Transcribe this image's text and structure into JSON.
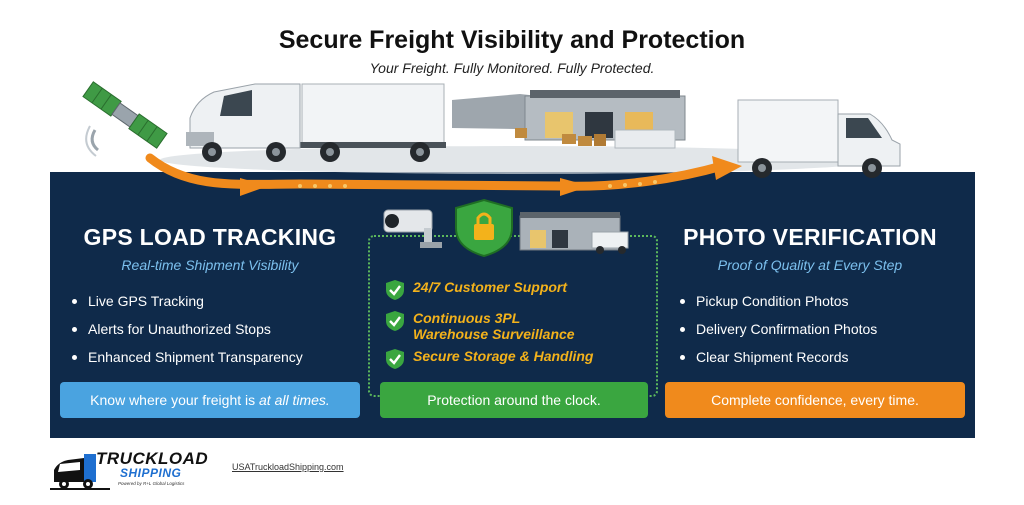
{
  "header": {
    "title": "Secure Freight Visibility and Protection",
    "subtitle": "Your Freight. Fully Monitored. Fully Protected."
  },
  "left": {
    "title": "GPS LOAD TRACKING",
    "subtitle": "Real-time Shipment Visibility",
    "bullets": [
      "Live GPS Tracking",
      "Alerts for Unauthorized Stops",
      "Enhanced Shipment Transparency"
    ],
    "cta_prefix": "Know where your freight is ",
    "cta_emphasis": "at all times."
  },
  "center": {
    "items": [
      "24/7 Customer Support",
      "Continuous 3PL",
      "Warehouse Surveillance",
      "Secure Storage & Handling"
    ],
    "cta": "Protection around the clock."
  },
  "right": {
    "title": "PHOTO VERIFICATION",
    "subtitle": "Proof of Quality at Every Step",
    "bullets": [
      "Pickup Condition Photos",
      "Delivery Confirmation Photos",
      "Clear Shipment Records"
    ],
    "cta": "Complete confidence, every time."
  },
  "footer": {
    "logo_word1": "TRUCKLOAD",
    "logo_word2": "SHIPPING",
    "logo_tagline": "Powered by R+L Global Logistics",
    "site": "USATruckloadShipping.com"
  },
  "colors": {
    "banner": "#0f2a4a",
    "accent_blue": "#4aa3e0",
    "accent_green": "#3aa640",
    "accent_orange": "#f08a1c",
    "accent_gold": "#f3b21b"
  },
  "icons": [
    "satellite-icon",
    "semi-truck-icon",
    "warehouse-icon",
    "box-truck-icon",
    "security-camera-icon",
    "lock-shield-icon",
    "check-shield-icon",
    "truck-logo-icon"
  ]
}
